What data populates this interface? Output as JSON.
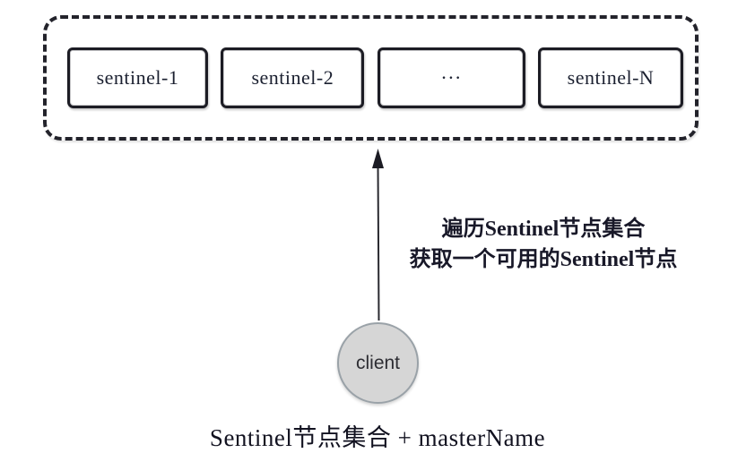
{
  "diagram": {
    "sentinel_group": {
      "nodes": [
        {
          "label": "sentinel-1"
        },
        {
          "label": "sentinel-2"
        },
        {
          "label": "···"
        },
        {
          "label": "sentinel-N"
        }
      ]
    },
    "arrow_annotation": {
      "line1": "遍历Sentinel节点集合",
      "line2": "获取一个可用的Sentinel节点"
    },
    "client": {
      "label": "client"
    },
    "caption": "Sentinel节点集合 + masterName",
    "icons": {
      "arrow": "up-arrow-icon"
    },
    "colors": {
      "box_border": "#1c1c24",
      "dashed_border": "#23232b",
      "circle_fill": "#d6d6d6",
      "circle_border": "#9aa2a8",
      "text": "#14141e",
      "background": "#ffffff"
    }
  }
}
